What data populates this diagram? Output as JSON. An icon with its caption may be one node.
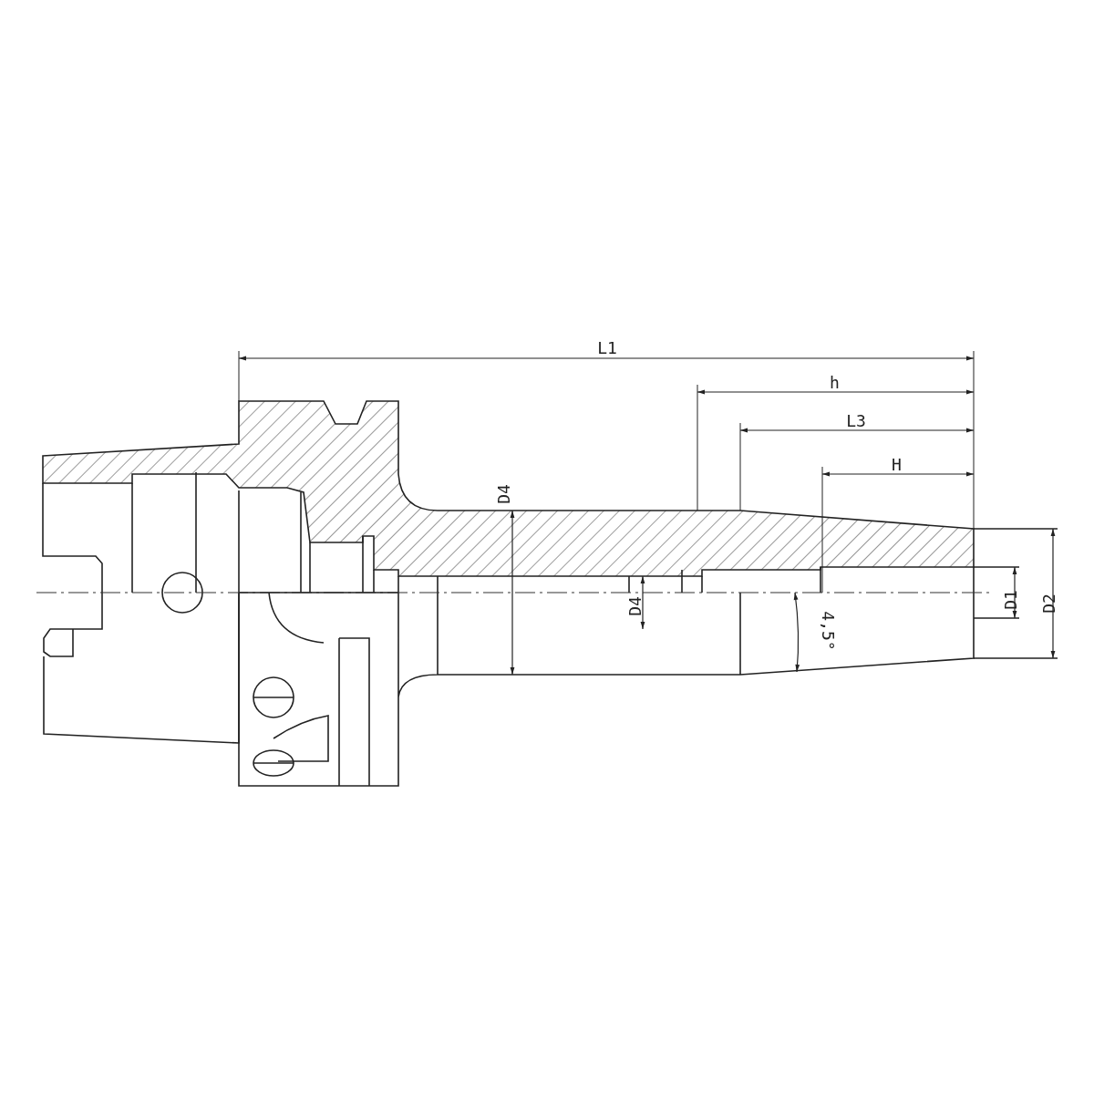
{
  "diagram": {
    "labels": [
      "L1",
      "h",
      "L3",
      "H",
      "D4",
      "D4",
      "4,5°",
      "D1",
      "D2"
    ]
  }
}
